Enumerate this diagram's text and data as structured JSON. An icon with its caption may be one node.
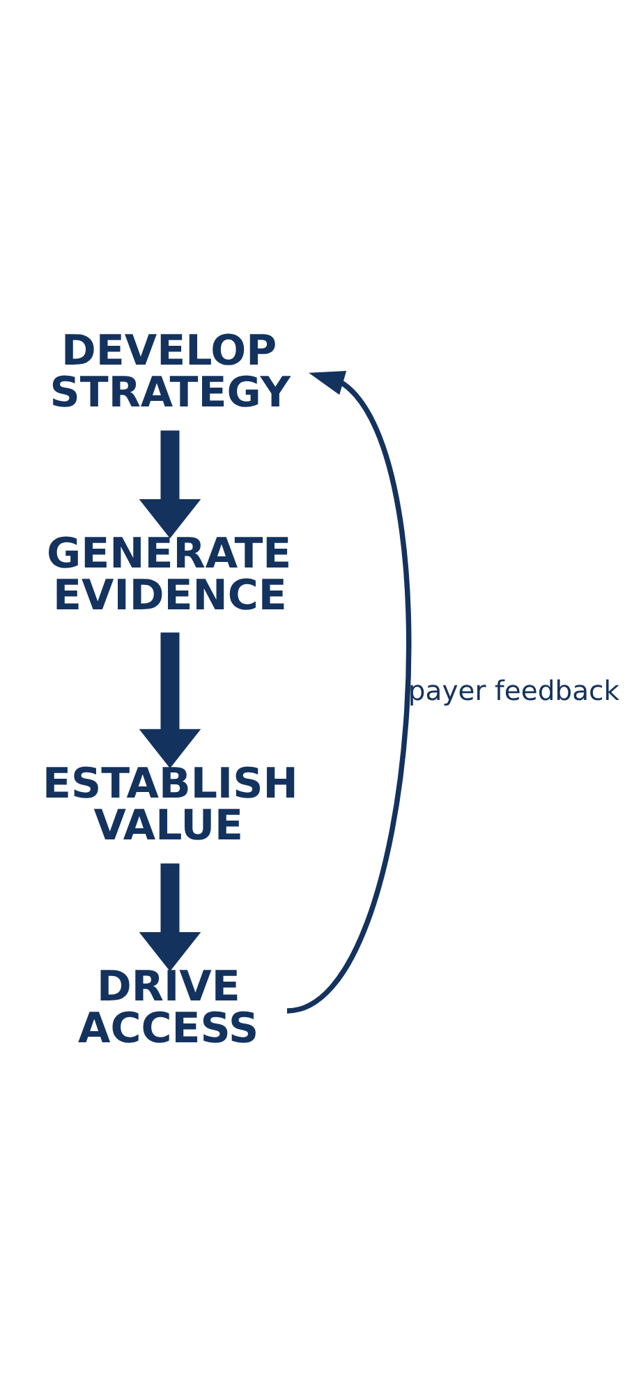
{
  "diagram": {
    "nodes": [
      {
        "text": [
          "DEVELOP STRATEGY"
        ]
      },
      {
        "text": [
          "GENERATE EVIDENCE"
        ]
      },
      {
        "text": [
          "ESTABLISH VALUE"
        ]
      },
      {
        "text": [
          "DRIVE ACCESS"
        ]
      }
    ],
    "edges": [
      {
        "from": 0,
        "to": 1,
        "arrow": "to"
      },
      {
        "from": 1,
        "to": 2,
        "arrow": "to"
      },
      {
        "from": 2,
        "to": 3,
        "arrow": "to"
      },
      {
        "from": 3,
        "to": 0,
        "arrow": "to",
        "label": "payer feedback"
      }
    ]
  }
}
